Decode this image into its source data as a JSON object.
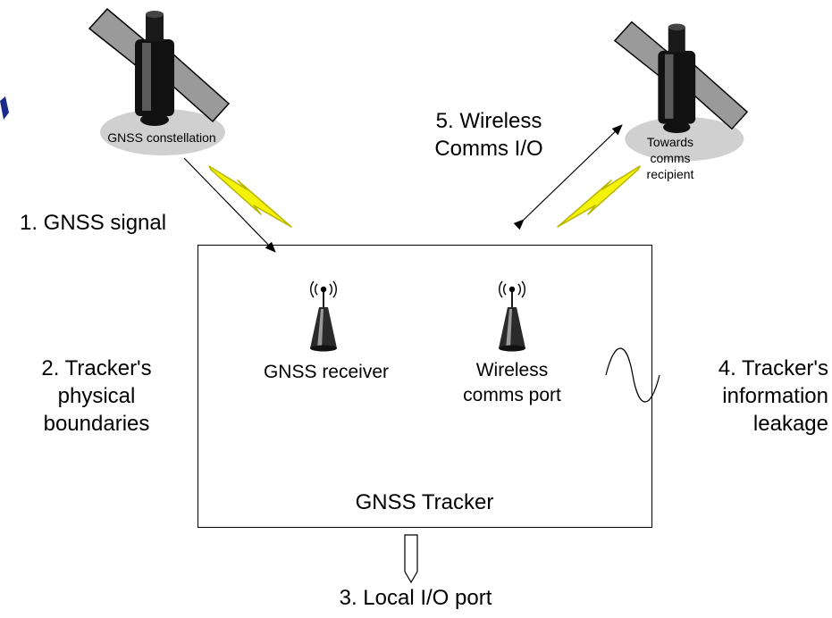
{
  "colors": {
    "bolt_fill": "#f4f20a",
    "bolt_shade": "#b8b400",
    "satellite_dark": "#111111",
    "satellite_panel": "#9a9a9a",
    "satellite_shadow": "#c8c8c8",
    "background_mark": "#1b2a8a"
  },
  "icons": {
    "satellite": "satellite-icon",
    "antenna": "antenna-icon",
    "lightning": "lightning-bolt-icon",
    "leakage": "sine-wave-icon",
    "port": "port-arrow-icon"
  },
  "labels": {
    "gnss_constellation": "GNSS constellation",
    "towards_recipient": [
      "Towards",
      "comms",
      "recipient"
    ],
    "gnss_signal": "1. GNSS signal",
    "physical_boundaries": [
      "2. Tracker's",
      "physical",
      "boundaries"
    ],
    "local_io": "3. Local I/O port",
    "information_leakage": [
      "4. Tracker's",
      "information",
      "leakage"
    ],
    "wireless_io": [
      "5. Wireless",
      "Comms I/O"
    ],
    "gnss_receiver": "GNSS receiver",
    "wireless_port": [
      "Wireless",
      "comms port"
    ],
    "tracker": "GNSS Tracker"
  }
}
